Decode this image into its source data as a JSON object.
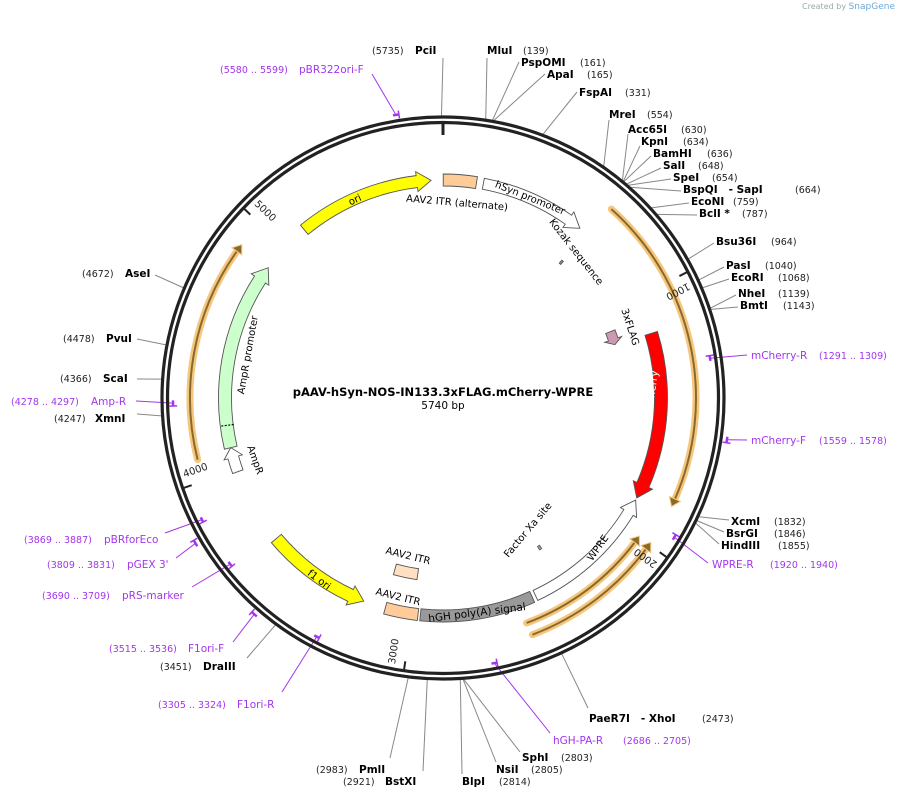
{
  "credit": {
    "prefix": "Created by",
    "brand": "SnapGene"
  },
  "plasmid": {
    "name": "pAAV-hSyn-NOS-IN133.3xFLAG.mCherry-WPRE",
    "length_label": "5740 bp",
    "length": 5740
  },
  "ticks": [
    {
      "bp": 1000,
      "label": "1000"
    },
    {
      "bp": 2000,
      "label": "2000"
    },
    {
      "bp": 3000,
      "label": "3000"
    },
    {
      "bp": 4000,
      "label": "4000"
    },
    {
      "bp": 5000,
      "label": "5000"
    }
  ],
  "features": [
    {
      "name": "ori",
      "start": 5110,
      "end": 5690,
      "dir": 1,
      "color": "#ffff00"
    },
    {
      "name": "AAV2 ITR (alternate)",
      "start": 1,
      "end": 141,
      "dir": 0,
      "color": "#ffcc99"
    },
    {
      "name": "hSyn promoter",
      "start": 170,
      "end": 620,
      "dir": 1,
      "color": "#ffffff"
    },
    {
      "name": "Kozak sequence",
      "start": 650,
      "end": 660,
      "dir": 0,
      "color": "#999999"
    },
    {
      "name": "3xFLAG",
      "start": 1090,
      "end": 1160,
      "dir": 1,
      "color": "#cc99b2"
    },
    {
      "name": "mCherry",
      "start": 1160,
      "end": 1870,
      "dir": 1,
      "color": "#ff0000"
    },
    {
      "name": "WPRE",
      "start": 1880,
      "end": 2470,
      "dir": -1,
      "color": "#ffffff"
    },
    {
      "name": "Factor Xa site",
      "start": 2340,
      "end": 2352,
      "dir": 0,
      "color": "#cc99b2"
    },
    {
      "name": "hGH poly(A) signal",
      "start": 2485,
      "end": 2965,
      "dir": 0,
      "color": "#999999"
    },
    {
      "name": "AAV2 ITR",
      "start": 3000,
      "end": 3120,
      "dir": 0,
      "color": "#ffe0c0"
    },
    {
      "name": "AAV2 ITR",
      "start": 2975,
      "end": 3115,
      "dir": 0,
      "color": "#ffcc99"
    },
    {
      "name": "f1 ori",
      "start": 3210,
      "end": 3665,
      "dir": -1,
      "color": "#ffff00"
    },
    {
      "name": "AmpR promoter",
      "start": 3990,
      "end": 4095,
      "dir": 1,
      "color": "#ffffff"
    },
    {
      "name": "AmpR",
      "start": 4095,
      "end": 4890,
      "dir": 1,
      "color": "#ccffcc"
    }
  ],
  "orfs": [
    {
      "start": 665,
      "end": 1840,
      "dir": 1
    },
    {
      "start": 1990,
      "end": 2540,
      "dir": -1
    },
    {
      "start": 1995,
      "end": 2545,
      "dir": -1
    },
    {
      "start": 4080,
      "end": 4900,
      "dir": 1
    }
  ],
  "sites": [
    {
      "name": "PciI",
      "bp": 5735,
      "pos": "(5735)"
    },
    {
      "name": "MluI",
      "bp": 139,
      "pos": "(139)"
    },
    {
      "name": "PspOMI",
      "bp": 161,
      "pos": "(161)"
    },
    {
      "name": "ApaI",
      "bp": 165,
      "pos": "(165)"
    },
    {
      "name": "FspAI",
      "bp": 331,
      "pos": "(331)"
    },
    {
      "name": "MreI",
      "bp": 554,
      "pos": "(554)"
    },
    {
      "name": "Acc65I",
      "bp": 630,
      "pos": "(630)"
    },
    {
      "name": "KpnI",
      "bp": 634,
      "pos": "(634)"
    },
    {
      "name": "BamHI",
      "bp": 636,
      "pos": "(636)"
    },
    {
      "name": "SalI",
      "bp": 648,
      "pos": "(648)"
    },
    {
      "name": "SpeI",
      "bp": 654,
      "pos": "(654)"
    },
    {
      "name": "BspQI   - SapI",
      "bp": 664,
      "pos": "(664)"
    },
    {
      "name": "EcoNI",
      "bp": 759,
      "pos": "(759)"
    },
    {
      "name": "BclI *",
      "bp": 787,
      "pos": "(787)"
    },
    {
      "name": "Bsu36I",
      "bp": 964,
      "pos": "(964)"
    },
    {
      "name": "PasI",
      "bp": 1040,
      "pos": "(1040)"
    },
    {
      "name": "EcoRI",
      "bp": 1068,
      "pos": "(1068)"
    },
    {
      "name": "NheI",
      "bp": 1139,
      "pos": "(1139)"
    },
    {
      "name": "BmtI",
      "bp": 1143,
      "pos": "(1143)"
    },
    {
      "name": "XcmI",
      "bp": 1832,
      "pos": "(1832)"
    },
    {
      "name": "BsrGI",
      "bp": 1846,
      "pos": "(1846)"
    },
    {
      "name": "HindIII",
      "bp": 1855,
      "pos": "(1855)"
    },
    {
      "name": "PaeR7I   - XhoI",
      "bp": 2473,
      "pos": "(2473)"
    },
    {
      "name": "SphI",
      "bp": 2803,
      "pos": "(2803)"
    },
    {
      "name": "NsiI",
      "bp": 2805,
      "pos": "(2805)"
    },
    {
      "name": "BlpI",
      "bp": 2814,
      "pos": "(2814)"
    },
    {
      "name": "BstXI",
      "bp": 2921,
      "pos": "(2921)"
    },
    {
      "name": "PmlI",
      "bp": 2983,
      "pos": "(2983)"
    },
    {
      "name": "DraIII",
      "bp": 3451,
      "pos": "(3451)"
    },
    {
      "name": "XmnI",
      "bp": 4247,
      "pos": "(4247)"
    },
    {
      "name": "ScaI",
      "bp": 4366,
      "pos": "(4366)"
    },
    {
      "name": "PvuI",
      "bp": 4478,
      "pos": "(4478)"
    },
    {
      "name": "AseI",
      "bp": 4672,
      "pos": "(4672)"
    }
  ],
  "primers": [
    {
      "name": "pBR322ori-F",
      "start": 5580,
      "end": 5599,
      "range": "(5580 .. 5599)",
      "strand": "F"
    },
    {
      "name": "mCherry-R",
      "start": 1291,
      "end": 1309,
      "range": "(1291 .. 1309)",
      "strand": "R"
    },
    {
      "name": "mCherry-F",
      "start": 1559,
      "end": 1578,
      "range": "(1559 .. 1578)",
      "strand": "F"
    },
    {
      "name": "WPRE-R",
      "start": 1920,
      "end": 1940,
      "range": "(1920 .. 1940)",
      "strand": "R"
    },
    {
      "name": "hGH-PA-R",
      "start": 2686,
      "end": 2705,
      "range": "(2686 .. 2705)",
      "strand": "R"
    },
    {
      "name": "F1ori-R",
      "start": 3305,
      "end": 3324,
      "range": "(3305 .. 3324)",
      "strand": "R"
    },
    {
      "name": "F1ori-F",
      "start": 3515,
      "end": 3536,
      "range": "(3515 .. 3536)",
      "strand": "F"
    },
    {
      "name": "pRS-marker",
      "start": 3690,
      "end": 3709,
      "range": "(3690 .. 3709)",
      "strand": "R"
    },
    {
      "name": "pGEX 3'",
      "start": 3809,
      "end": 3831,
      "range": "(3809 .. 3831)",
      "strand": "F"
    },
    {
      "name": "pBRforEco",
      "start": 3869,
      "end": 3887,
      "range": "(3869 .. 3887)",
      "strand": "R"
    },
    {
      "name": "Amp-R",
      "start": 4278,
      "end": 4297,
      "range": "(4278 .. 4297)",
      "strand": "R"
    }
  ],
  "colors": {
    "ring": "#222222",
    "primer": "#a335ee",
    "orf": "#f5c77e",
    "orf_core": "#8a6a2a"
  }
}
